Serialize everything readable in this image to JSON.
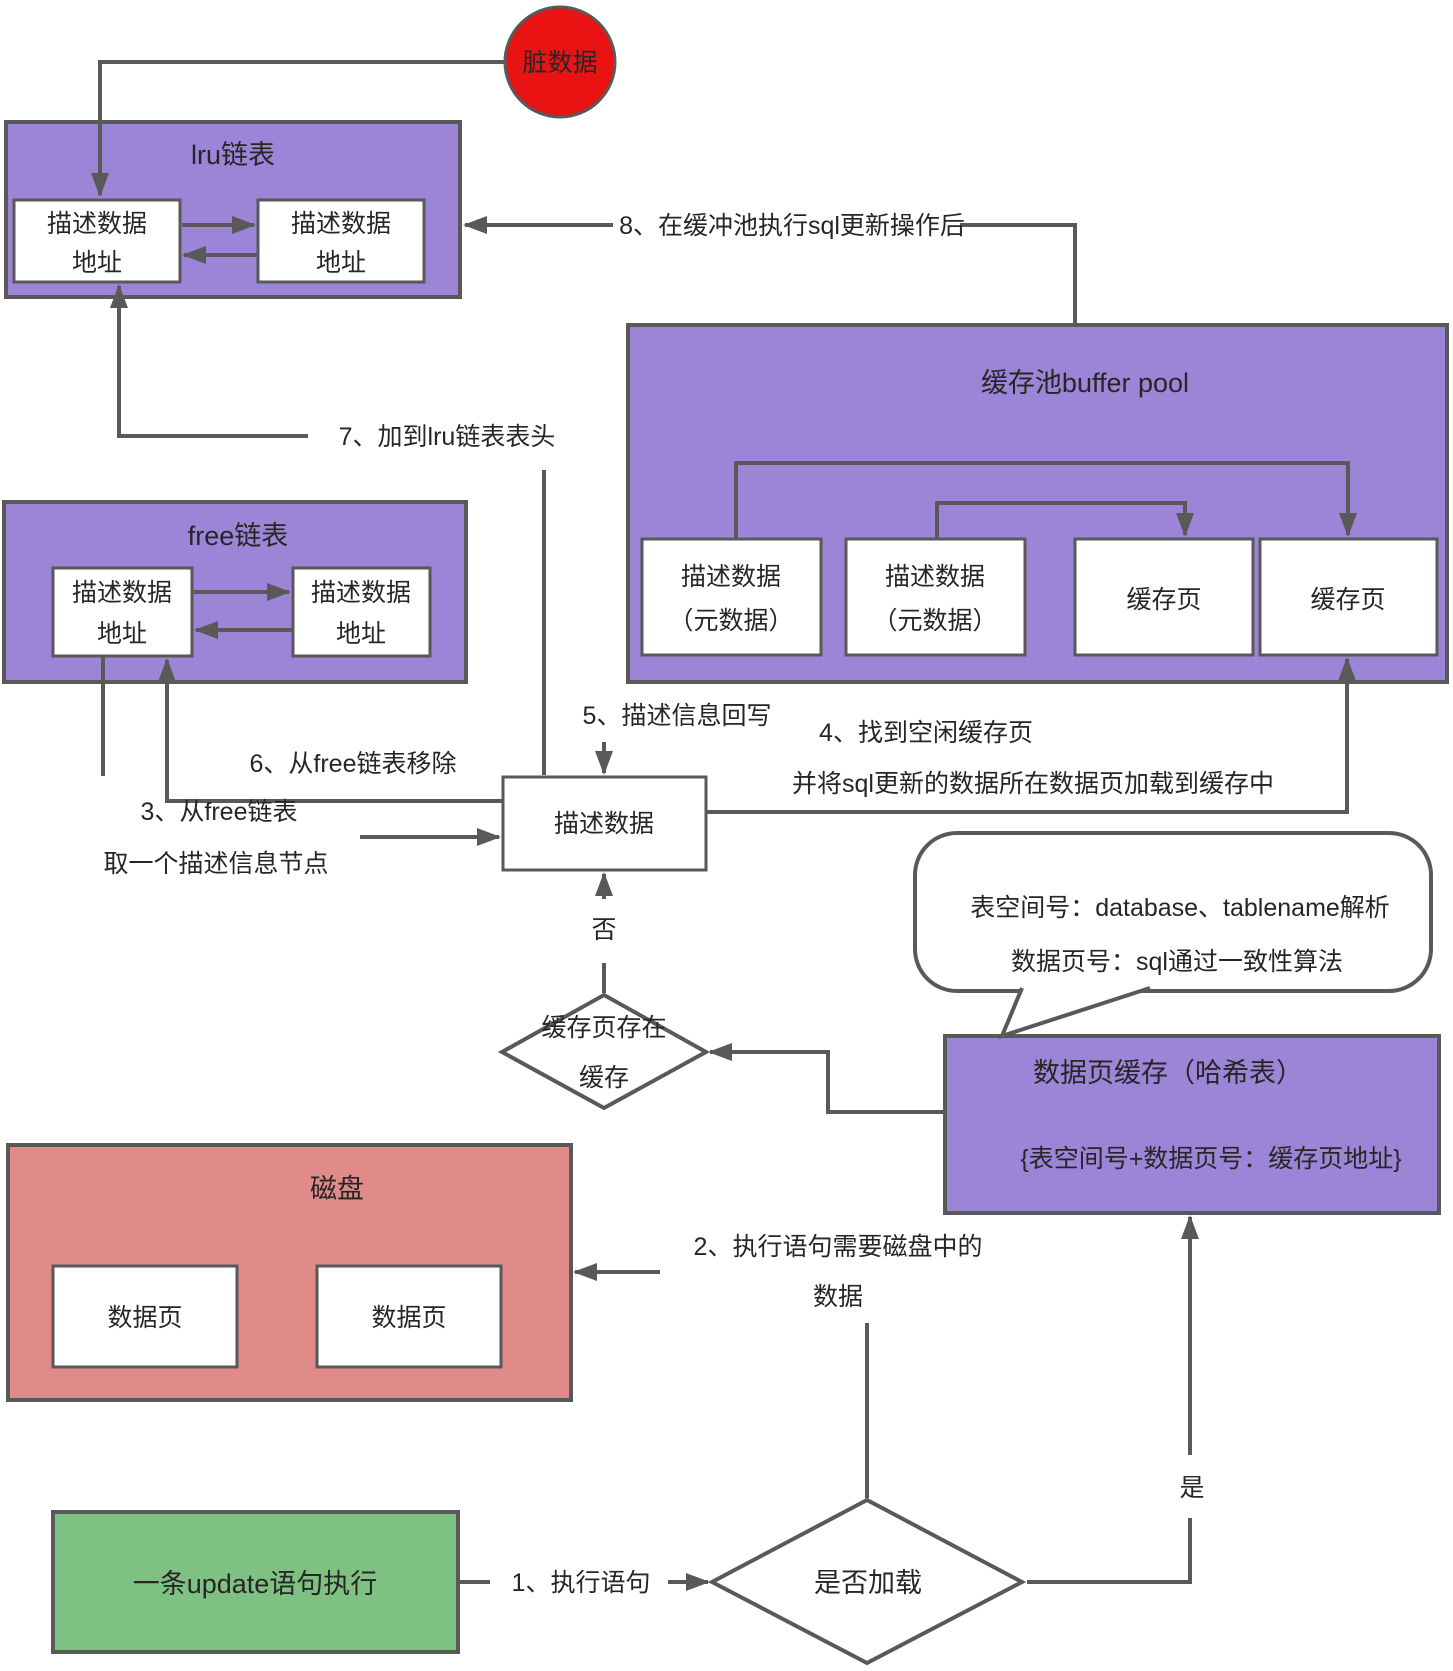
{
  "colors": {
    "purple": "#9C84D6",
    "pink": "#E08A8A",
    "green": "#7FC183",
    "red": "#EA1313",
    "stroke": "#595959",
    "node_fill": "#FFFFFF"
  },
  "dirty_data": {
    "label": "脏数据"
  },
  "lru_list": {
    "title": "lru链表",
    "node1": {
      "line1": "描述数据",
      "line2": "地址"
    },
    "node2": {
      "line1": "描述数据",
      "line2": "地址"
    }
  },
  "free_list": {
    "title": "free链表",
    "node1": {
      "line1": "描述数据",
      "line2": "地址"
    },
    "node2": {
      "line1": "描述数据",
      "line2": "地址"
    }
  },
  "buffer_pool": {
    "title": "缓存池buffer pool",
    "meta1": {
      "line1": "描述数据",
      "line2": "（元数据）"
    },
    "meta2": {
      "line1": "描述数据",
      "line2": "（元数据）"
    },
    "cache_page1": {
      "label": "缓存页"
    },
    "cache_page2": {
      "label": "缓存页"
    }
  },
  "describe_data": {
    "label": "描述数据"
  },
  "cache_check": {
    "line1": "缓存页存在",
    "line2": "缓存",
    "no": "否"
  },
  "page_cache": {
    "title": "数据页缓存（哈希表）",
    "mapping": "{表空间号+数据页号：缓存页地址}"
  },
  "callout": {
    "line1": "表空间号：database、tablename解析",
    "line2": "数据页号：sql通过一致性算法"
  },
  "disk": {
    "title": "磁盘",
    "page1": "数据页",
    "page2": "数据页"
  },
  "update_stmt": {
    "label": "一条update语句执行"
  },
  "load_check": {
    "label": "是否加载",
    "yes": "是"
  },
  "steps": {
    "step1": "1、执行语句",
    "step2_line1": "2、执行语句需要磁盘中的",
    "step2_line2": "数据",
    "step3_line1": "3、从free链表",
    "step3_line2": "取一个描述信息节点",
    "step4_line1": "4、找到空闲缓存页",
    "step4_line2": "并将sql更新的数据所在数据页加载到缓存中",
    "step5": "5、描述信息回写",
    "step6": "6、从free链表移除",
    "step7": "7、加到lru链表表头",
    "step8": "8、在缓冲池执行sql更新操作后"
  }
}
